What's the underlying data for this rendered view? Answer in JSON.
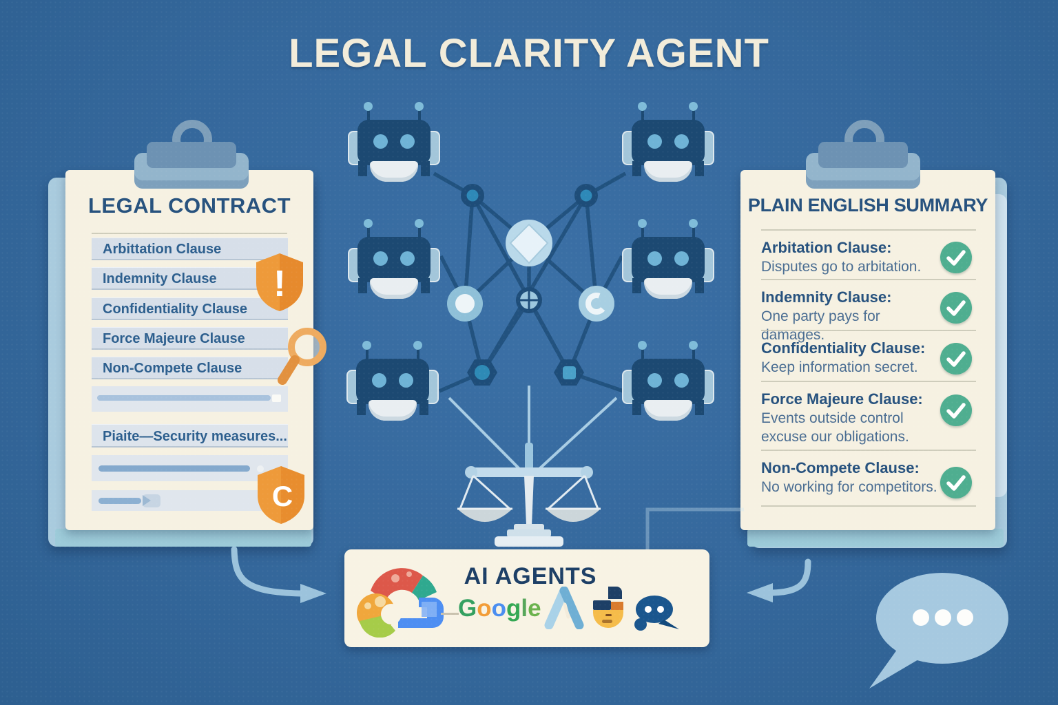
{
  "title": "LEGAL CLARITY AGENT",
  "left_clipboard": {
    "header": "LEGAL CONTRACT",
    "clauses": [
      "Arbittation Clause",
      "Indemnity Clause",
      "Confidentiality Clause",
      "Force Majeure Clause",
      "Non-Compete Clause"
    ],
    "note": "Piaite—Security measures....",
    "alert_glyph": "!",
    "c_glyph": "C",
    "icons": [
      "clipboard-clip-icon",
      "alert-shield-icon",
      "magnifier-icon",
      "c-shield-icon"
    ]
  },
  "right_clipboard": {
    "header": "PLAIN ENGLISH SUMMARY",
    "items": [
      {
        "title": "Arbitation Clause:",
        "body": "Disputes go to arbitation."
      },
      {
        "title": "Indemnity Clause:",
        "body": "One party pays for damages."
      },
      {
        "title": "Confidentiality Clause:",
        "body": "Keep information secret."
      },
      {
        "title": "Force Majeure Clause:",
        "body": "Events outside control excuse our obligations."
      },
      {
        "title": "Non-Compete Clause:",
        "body": "No working for competitors."
      }
    ],
    "icons": [
      "clipboard-clip-icon",
      "check-icon"
    ]
  },
  "ai_box": {
    "title": "AI AGENTS",
    "google_letters": [
      "G",
      "o",
      "o",
      "g",
      "l",
      "e"
    ],
    "icons": [
      "google-cloud-logo",
      "google-wordmark",
      "a-logo",
      "assistant-face-icon",
      "chat-bubbles-icon"
    ]
  },
  "center_scene": {
    "icons": [
      "robot-agent-icon",
      "network-node-icon",
      "diamond-node-icon",
      "hex-node-icon",
      "justice-scale-icon"
    ]
  },
  "decorations": {
    "icons": [
      "curved-arrow-left",
      "curved-arrow-right",
      "speech-bubble-icon"
    ]
  },
  "colors": {
    "background": "#35689c",
    "paper": "#f6f1e2",
    "navy_text": "#27527e",
    "body_text": "#4a6d92",
    "bar_fill": "#d7dfe9",
    "check_green": "#4fae90",
    "shield_orange": "#ee9a3a",
    "robot_navy": "#1c4972",
    "light_blue": "#a6c9e0",
    "cream_title": "#f2ecda",
    "network_line": "#20507c"
  }
}
